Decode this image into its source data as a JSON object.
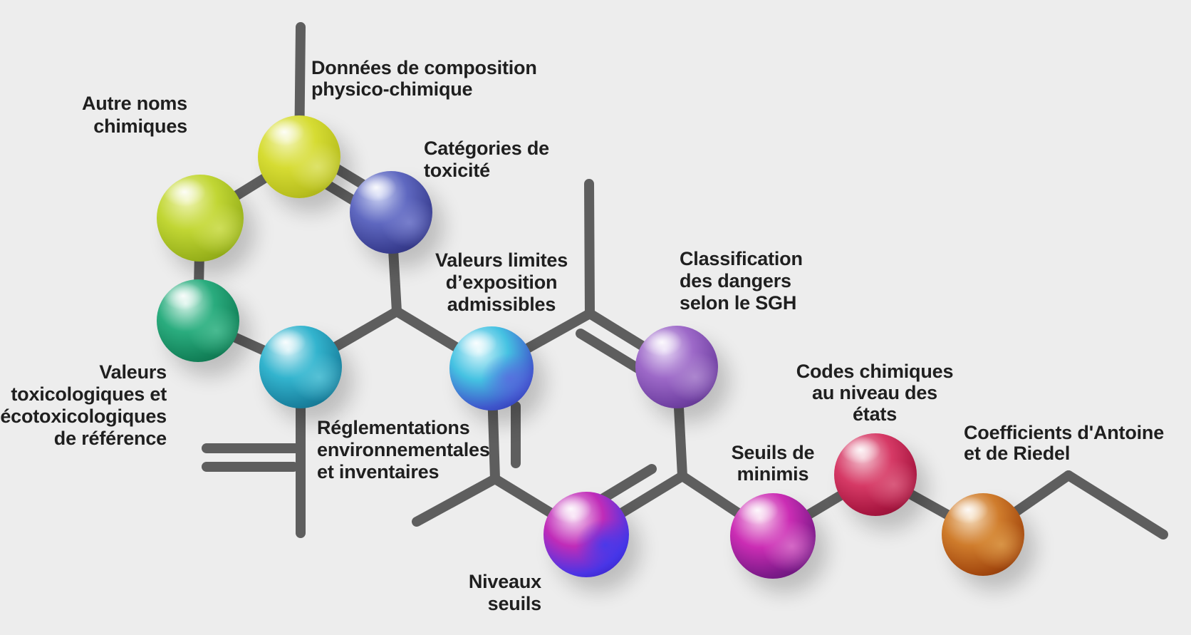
{
  "figure": {
    "type": "molecule-infographic",
    "description": "Stylized chemical skeletal structure whose atoms are glossy colored spheres, each labeled with a category of chemical data (French).",
    "background": "#ededed",
    "bond_color": "#5e5e5e",
    "text_color": "#1f1f1f"
  },
  "nodes": [
    {
      "id": "autres-noms",
      "label": "Autre noms\nchimiques",
      "sphere": "yellow-green-sphere",
      "colors": {
        "light": "#eff4b4",
        "mid": "#c1d634",
        "dark": "#9ab31c",
        "deep": "#74910e",
        "blob": "#d6e465"
      }
    },
    {
      "id": "composition",
      "label": "Données de composition\nphysico-chimique",
      "sphere": "yellow-sphere",
      "colors": {
        "light": "#f2f4b6",
        "mid": "#d6dc33",
        "dark": "#b9c01f",
        "deep": "#939a10",
        "blob": "#e3e77a"
      }
    },
    {
      "id": "categories-toxicite",
      "label": "Catégories de\ntoxicité",
      "sphere": "navy-blue-sphere",
      "colors": {
        "light": "#cdd4f4",
        "mid": "#5f68c0",
        "dark": "#3a3f92",
        "deep": "#232566",
        "blob": "#8289d4"
      }
    },
    {
      "id": "valeurs-toxicologiques",
      "label": "Valeurs\ntoxicologiques et\nécotoxicologiques\nde référence",
      "sphere": "green-sphere",
      "colors": {
        "light": "#d9f4ea",
        "mid": "#2aac7e",
        "dark": "#13835a",
        "deep": "#0a5f40",
        "blob": "#53c39a"
      }
    },
    {
      "id": "reglementations",
      "label": "Réglementations\nenvironnementales\net inventaires",
      "sphere": "cyan-sphere",
      "colors": {
        "light": "#d7f1f7",
        "mid": "#33b4ce",
        "dark": "#1a83a0",
        "deep": "#0e5d76",
        "blob": "#62cadd"
      }
    },
    {
      "id": "valeurs-limites",
      "label": "Valeurs limites\nd’exposition\nadmissibles",
      "sphere": "cyan-blue-sphere",
      "colors": {
        "light": "#dcf7fb",
        "mid": "#45c2e2",
        "dark": "#3f58cc",
        "deep": "#241fa0",
        "blob": "#5a6ae0"
      }
    },
    {
      "id": "classification-sgh",
      "label": "Classification\ndes dangers\nselon le SGH",
      "sphere": "purple-sphere",
      "colors": {
        "light": "#e8daf6",
        "mid": "#9d69c8",
        "dark": "#7242a4",
        "deep": "#482470",
        "blob": "#b592d4"
      }
    },
    {
      "id": "niveaux-seuils",
      "label": "Niveaux\nseuils",
      "sphere": "magenta-blue-sphere",
      "colors": {
        "light": "#f7dbf3",
        "mid": "#c02cb8",
        "dark": "#4b34e4",
        "deep": "#2316b0",
        "blob": "#3b3bf0"
      }
    },
    {
      "id": "seuils-minimis",
      "label": "Seuils de\nminimis",
      "sphere": "magenta-sphere",
      "colors": {
        "light": "#f7cfec",
        "mid": "#cb2db4",
        "dark": "#7e1a8a",
        "deep": "#4e1168",
        "blob": "#e07ad0"
      }
    },
    {
      "id": "codes-chimiques",
      "label": "Codes chimiques\nau niveau des\nétats",
      "sphere": "crimson-sphere",
      "colors": {
        "light": "#f3c5d1",
        "mid": "#d63a66",
        "dark": "#a81640",
        "deep": "#77102c",
        "blob": "#e06888"
      }
    },
    {
      "id": "coefficients",
      "label": "Coefficients d'Antoine\net de Riedel",
      "sphere": "rust-orange-sphere",
      "colors": {
        "light": "#f5dcbc",
        "mid": "#cf7c2c",
        "dark": "#a64b10",
        "deep": "#722806",
        "blob": "#e0a050"
      }
    }
  ],
  "bonds": [
    {
      "from": "composition",
      "to": "top-stub",
      "type": "single"
    },
    {
      "from": "composition",
      "to": "autres-noms",
      "type": "single"
    },
    {
      "from": "composition",
      "to": "categories-toxicite",
      "type": "double"
    },
    {
      "from": "autres-noms",
      "to": "valeurs-toxicologiques",
      "type": "single"
    },
    {
      "from": "valeurs-toxicologiques",
      "to": "reglementations",
      "type": "single"
    },
    {
      "from": "reglementations",
      "to": "vertex-1",
      "type": "single"
    },
    {
      "from": "categories-toxicite",
      "to": "vertex-1",
      "type": "single"
    },
    {
      "from": "vertex-1",
      "to": "valeurs-limites",
      "type": "single"
    },
    {
      "from": "valeurs-limites",
      "to": "vertex-2",
      "type": "single"
    },
    {
      "from": "vertex-2",
      "to": "top-stub-2",
      "type": "single"
    },
    {
      "from": "vertex-2",
      "to": "classification-sgh",
      "type": "double"
    },
    {
      "from": "classification-sgh",
      "to": "vertex-4",
      "type": "single"
    },
    {
      "from": "valeurs-limites",
      "to": "vertex-3",
      "type": "double"
    },
    {
      "from": "vertex-3",
      "to": "niveaux-seuils",
      "type": "single"
    },
    {
      "from": "niveaux-seuils",
      "to": "vertex-4",
      "type": "double"
    },
    {
      "from": "vertex-4",
      "to": "seuils-minimis",
      "type": "single"
    },
    {
      "from": "seuils-minimis",
      "to": "codes-chimiques",
      "type": "single"
    },
    {
      "from": "codes-chimiques",
      "to": "coefficients",
      "type": "single"
    },
    {
      "from": "coefficients",
      "to": "zigzag-end",
      "type": "single"
    },
    {
      "from": "reglementations",
      "to": "methylene-stub",
      "type": "double"
    },
    {
      "from": "vertex-3",
      "to": "stub",
      "type": "single"
    }
  ]
}
